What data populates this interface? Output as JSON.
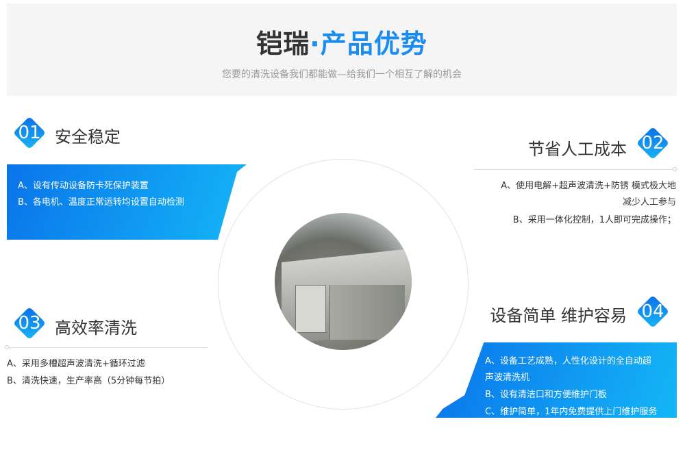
{
  "header": {
    "title_brand": "铠瑞",
    "title_main": "·产品优势",
    "subtitle": "您要的清洗设备我们都能做—给我们一个相互了解的机会"
  },
  "features": [
    {
      "num": "01",
      "title": "安全稳定",
      "items": [
        "A、设有传动设备防卡死保护装置",
        "B、各电机、温度正常运转均设置自动检测"
      ]
    },
    {
      "num": "02",
      "title": "节省人工成本",
      "items": [
        "A、使用电解+超声波清洗+防锈 模式极大地",
        "减少人工参与",
        "B、采用一体化控制，1人即可完成操作；"
      ]
    },
    {
      "num": "03",
      "title": "高效率清洗",
      "items": [
        "A、采用多槽超声波清洗+循环过滤",
        "B、清洗快速，生产率高（5分钟每节拍）"
      ]
    },
    {
      "num": "04",
      "title": "设备简单 维护容易",
      "items": [
        "A、设备工艺成熟，人性化设计的全自动超",
        "声波清洗机",
        "B、设有清洁口和方便维护门板",
        "C、维护简单，1年内免费提供上门维护服务"
      ]
    }
  ],
  "colors": {
    "accent": "#1a8cf0",
    "gradient_start": "#0a74ea",
    "gradient_end": "#14b6f7"
  }
}
